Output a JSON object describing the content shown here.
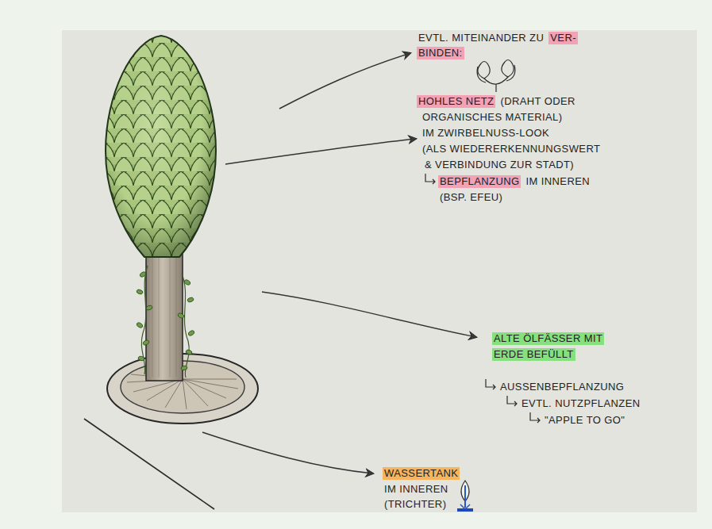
{
  "diagram": {
    "labels": [
      "EVTL. MITEINANDER ZU",
      "VER-",
      "BINDEN:",
      "HOHLES NETZ",
      "(DRAHT ODER",
      "ORGANISCHES MATERIAL)",
      "IM ZWIRBELNUSS-LOOK",
      "(ALS WIEDERERKENNUNGSWERT",
      "& VERBINDUNG ZUR STADT)",
      "BEPFLANZUNG",
      "IM INNEREN",
      "(BSP. EFEU)",
      "ALTE ÖLFÄSSER MIT",
      "ERDE BEFÜLLT",
      "AUSSENBEPFLANZUNG",
      "EVTL. NUTZPFLANZEN",
      "\"APPLE TO GO\"",
      "WASSERTANK",
      "IM INNEREN",
      "(TRICHTER)"
    ]
  }
}
